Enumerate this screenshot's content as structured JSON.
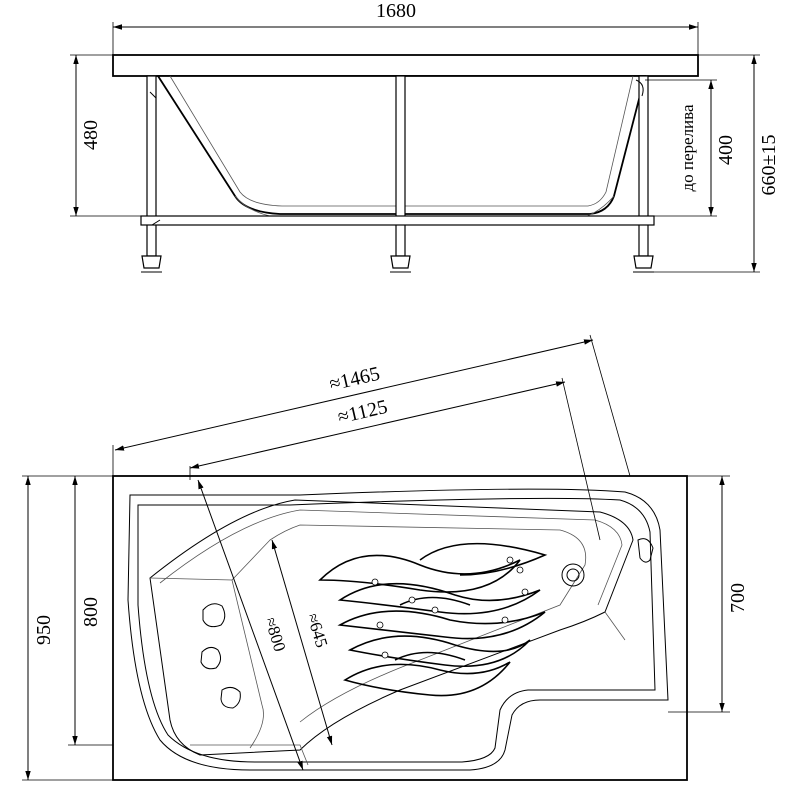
{
  "side_view": {
    "overall_length": "1680",
    "rim_height": "480",
    "overflow_height": "400",
    "overflow_note": "до перелива",
    "total_height": "660±15"
  },
  "top_view": {
    "diagonal_outer": "≈1465",
    "diagonal_inner": "≈1125",
    "overall_width": "950",
    "left_width": "800",
    "right_width": "700",
    "inner_width_800": "≈800",
    "inner_width_645": "≈645"
  },
  "colors": {
    "line": "#000000",
    "background": "#ffffff"
  }
}
